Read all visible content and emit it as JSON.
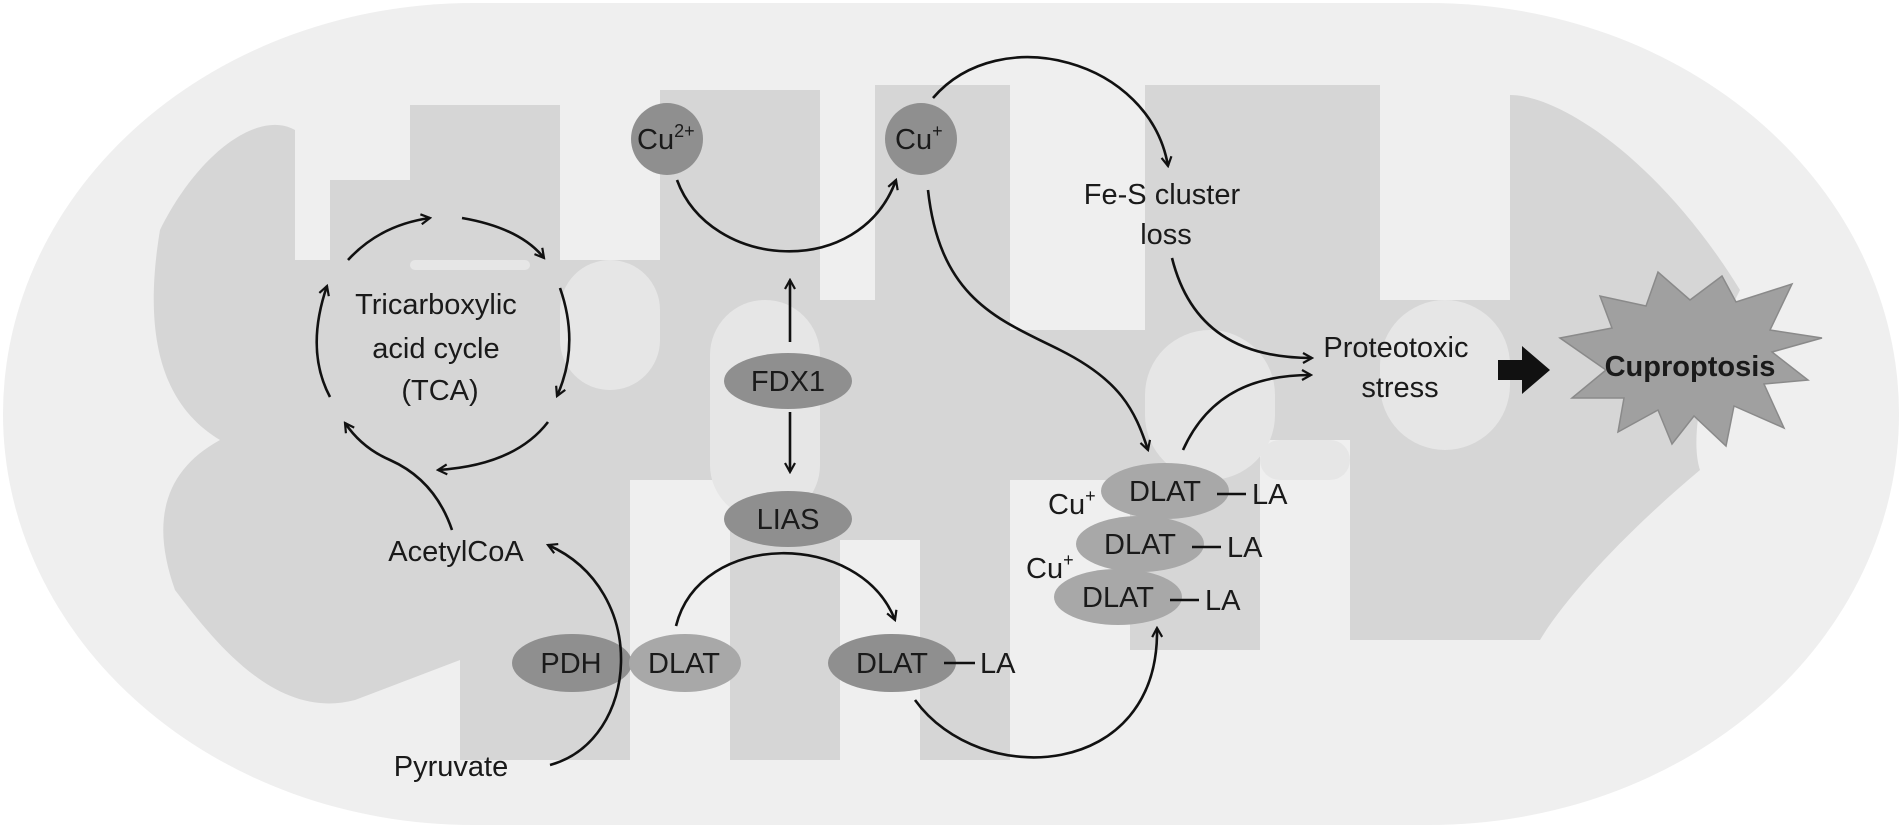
{
  "labels": {
    "cu2": "Cu",
    "cu2_charge": "2+",
    "cu1": "Cu",
    "cu1_charge": "+",
    "fes": [
      "Fe-S cluster",
      "loss"
    ],
    "proteotoxic": [
      "Proteotoxic",
      "stress"
    ],
    "cuproptosis": "Cuproptosis",
    "tca": [
      "Tricarboxylic",
      "acid cycle",
      "(TCA)"
    ],
    "acetylcoa": "AcetylCoA",
    "pyruvate": "Pyruvate",
    "pdh": "PDH",
    "dlat": "DLAT",
    "fdx1": "FDX1",
    "lias": "LIAS",
    "la": "LA",
    "cu_bound": "Cu",
    "cu_bound_charge": "+"
  },
  "colors": {
    "outer_membrane": "#efefef",
    "inner_membrane": "#d6d6d6",
    "ellipse_dark": "#8f8f8f",
    "ellipse_light": "#a9a9a9",
    "star": "#a0a0a0",
    "arrow": "#111111"
  }
}
